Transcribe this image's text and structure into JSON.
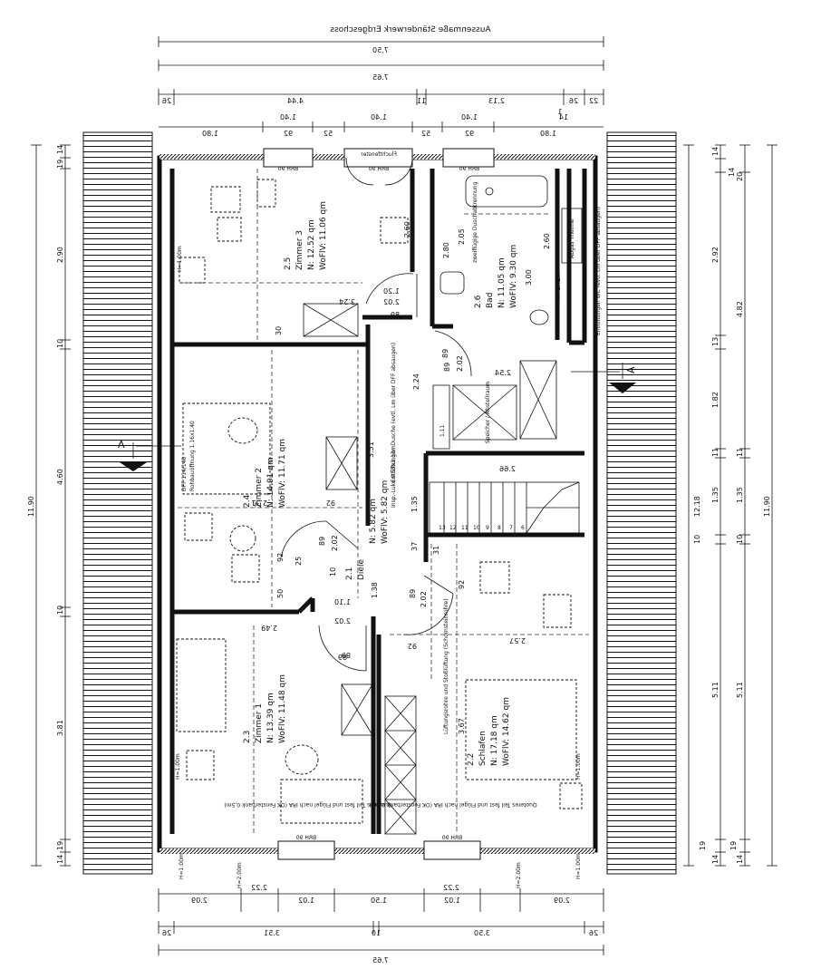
{
  "header": {
    "title_mirrored": "Aussenmaße Ständerwerk Erdgeschoss",
    "dim_top_750": "7.50",
    "dim_top_765": "7.65"
  },
  "top_dims": {
    "row1": [
      "26",
      "4.44",
      "11",
      "2.13",
      "26",
      "22",
      "1"
    ],
    "row2": [
      "1.80",
      "1.40",
      "92",
      "52",
      "1.40",
      "52",
      "92",
      "1.40",
      "1.80",
      "14"
    ],
    "row2_extra": "1.40"
  },
  "bottom_dims": {
    "row1": [
      "2.09",
      "1.02",
      "2.22",
      "1.50",
      "2.22",
      "1.02",
      "2.09"
    ],
    "row2": [
      "26",
      "3.51",
      "10",
      "3.50",
      "26"
    ],
    "total": "7.65",
    "heights": [
      "H=1.00m",
      "H=2.00m",
      "H=2.00m",
      "H=1.00m"
    ]
  },
  "left_dims": {
    "outer": [
      "14",
      "19",
      "2.90",
      "10",
      "4.60",
      "10",
      "3.81",
      "19",
      "14"
    ],
    "total": "11.90"
  },
  "right_dims": {
    "col1": [
      "14",
      "14",
      "2.92",
      "13",
      "1.82",
      "11",
      "1.35",
      "10",
      "5.11",
      "19",
      "14"
    ],
    "col1_total": "12.18",
    "col2": [
      "20",
      "4.82",
      "11",
      "1.35",
      "10",
      "5.11",
      "19",
      "14"
    ],
    "col3_total": "11.90"
  },
  "section_marks": [
    "A",
    "A"
  ],
  "windows": {
    "brh": "BRH 90",
    "fluchtfenster": "Fluchtfenster",
    "quote_left": "Quoteres Teil fest und Flügel nach IRA (OK Fensterbank 0,5m)",
    "quote_right": "Quoteres Teil fest und Flügel nach IRA (OK Fensterbank 0,5m)"
  },
  "rooms": {
    "zimmer3": {
      "num": "2.5",
      "name": "Zimmer 3",
      "n": "N: 12.52 qm",
      "wofl": "WoFlV: 11.06 qm",
      "d1": "3.24",
      "d2": "2.60",
      "d3": "30",
      "d4": "1.20",
      "d5": "2.02",
      "d6": "89"
    },
    "bad": {
      "num": "2.6",
      "name": "Bad",
      "n": "N: 11.05 qm",
      "wofl": "WoFlV: 9.30 qm",
      "d1": "2.80",
      "d2": "2.05",
      "d3": "3.00",
      "d4": "2.60",
      "d5": "2.54",
      "d6": "2.02",
      "d7": "89",
      "note1": "zweiflügige Duschabtrennung",
      "note2": "Entlüftungen WC (evtl. Lm über DFF absaugen)",
      "abgas": "Abgas Therme",
      "h": "H=1.42m"
    },
    "zimmer2": {
      "num": "2.4",
      "name": "Zimmer 2",
      "n": "N: 14.01 qm",
      "wofl": "WoFlV: 11.71 qm",
      "d1": "3.51",
      "d2": "2.31",
      "d3": "92",
      "d4": "92",
      "d5": "89",
      "d6": "2.02",
      "d7": "25",
      "d8": "50",
      "d9": "10",
      "window": "DFF 114/140",
      "window2": "Rohbauöffnung 1.16x1.40",
      "h": "H=1.00m"
    },
    "diele": {
      "num": "2.1",
      "name": "Diele",
      "n": "N: 5.82 qm",
      "wofl": "WoFlV: 5.82 qm",
      "d1": "1.10",
      "d2": "2.02",
      "d3": "89",
      "d4": "1.38",
      "d5": "1.35",
      "d6": "37",
      "d7": "31",
      "lucke": "Insp.-Luke 0.55x1.13m"
    },
    "treppe": {
      "d1": "2.66",
      "d2": "2.24",
      "d3": "1.11",
      "d4": "89",
      "note": "Entlüftungen Dusche (evtl. Lm über DFF absaugen)",
      "box": "Speicher / Abstellraum",
      "steps": [
        "13",
        "12",
        "11",
        "10",
        "9",
        "8",
        "7",
        "6"
      ]
    },
    "zimmer1": {
      "num": "2.3",
      "name": "Zimmer 1",
      "n": "N: 13.39 qm",
      "wofl": "WoFlV: 11.48 qm",
      "d1": "2.49",
      "d2": "89",
      "h": "H=1.00m"
    },
    "schlafen": {
      "num": "2.2",
      "name": "Schlafen",
      "n": "N: 17.18 qm",
      "wofl": "WoFlV: 14.62 qm",
      "d1": "2.57",
      "d2": "3.67",
      "d3": "92",
      "d4": "2.02",
      "d5": "89",
      "d6": "92",
      "note": "Lüftungsrohre und Stoßlüftung (Schornsteinrohre)",
      "h": "H=1.00m"
    }
  }
}
